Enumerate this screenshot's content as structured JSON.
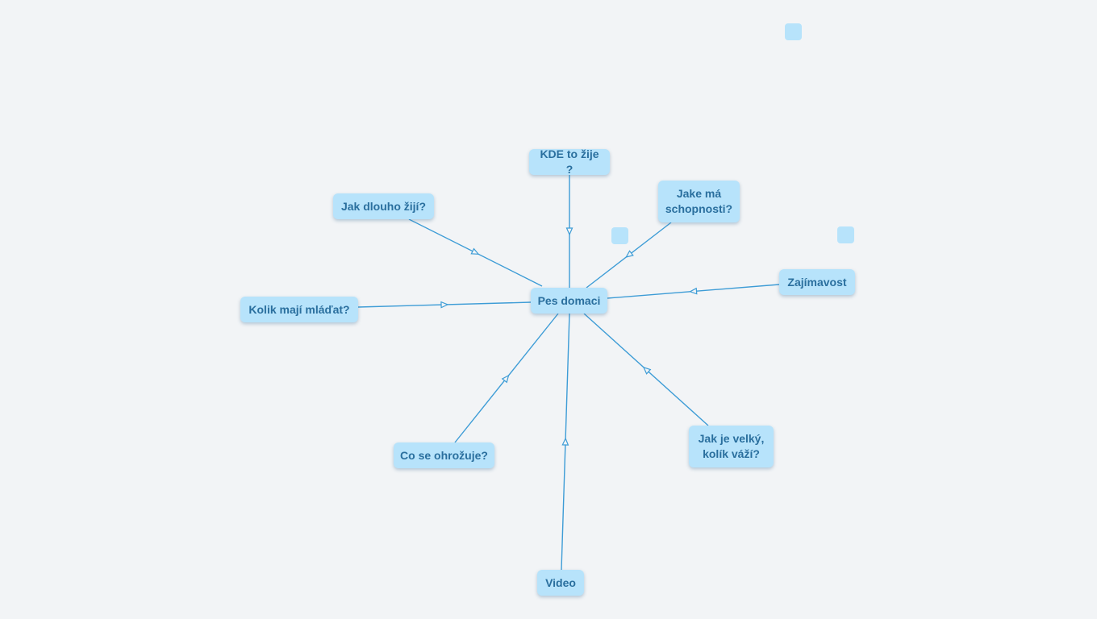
{
  "mindmap": {
    "center": {
      "id": "center",
      "label": "Pes domaci"
    },
    "topics": [
      {
        "id": "kde",
        "label": "KDE to žije ?"
      },
      {
        "id": "jake",
        "label": "Jake má\nschopnosti?"
      },
      {
        "id": "dlouho",
        "label": "Jak dlouho žijí?"
      },
      {
        "id": "zajimavost",
        "label": "Zajímavost"
      },
      {
        "id": "kolik",
        "label": "Kolik mají mláďat?"
      },
      {
        "id": "ohrozuje",
        "label": "Co se ohrožuje?"
      },
      {
        "id": "velky",
        "label": "Jak je velký,\nkolík váží?"
      },
      {
        "id": "video",
        "label": "Video"
      }
    ],
    "empty_nodes": [
      {
        "id": "empty-1"
      },
      {
        "id": "empty-2"
      },
      {
        "id": "empty-3"
      }
    ]
  },
  "colors": {
    "node_fill": "#b7e3fb",
    "node_text": "#2a6f9e",
    "edge": "#3d9cd6",
    "background": "#f2f4f6"
  }
}
